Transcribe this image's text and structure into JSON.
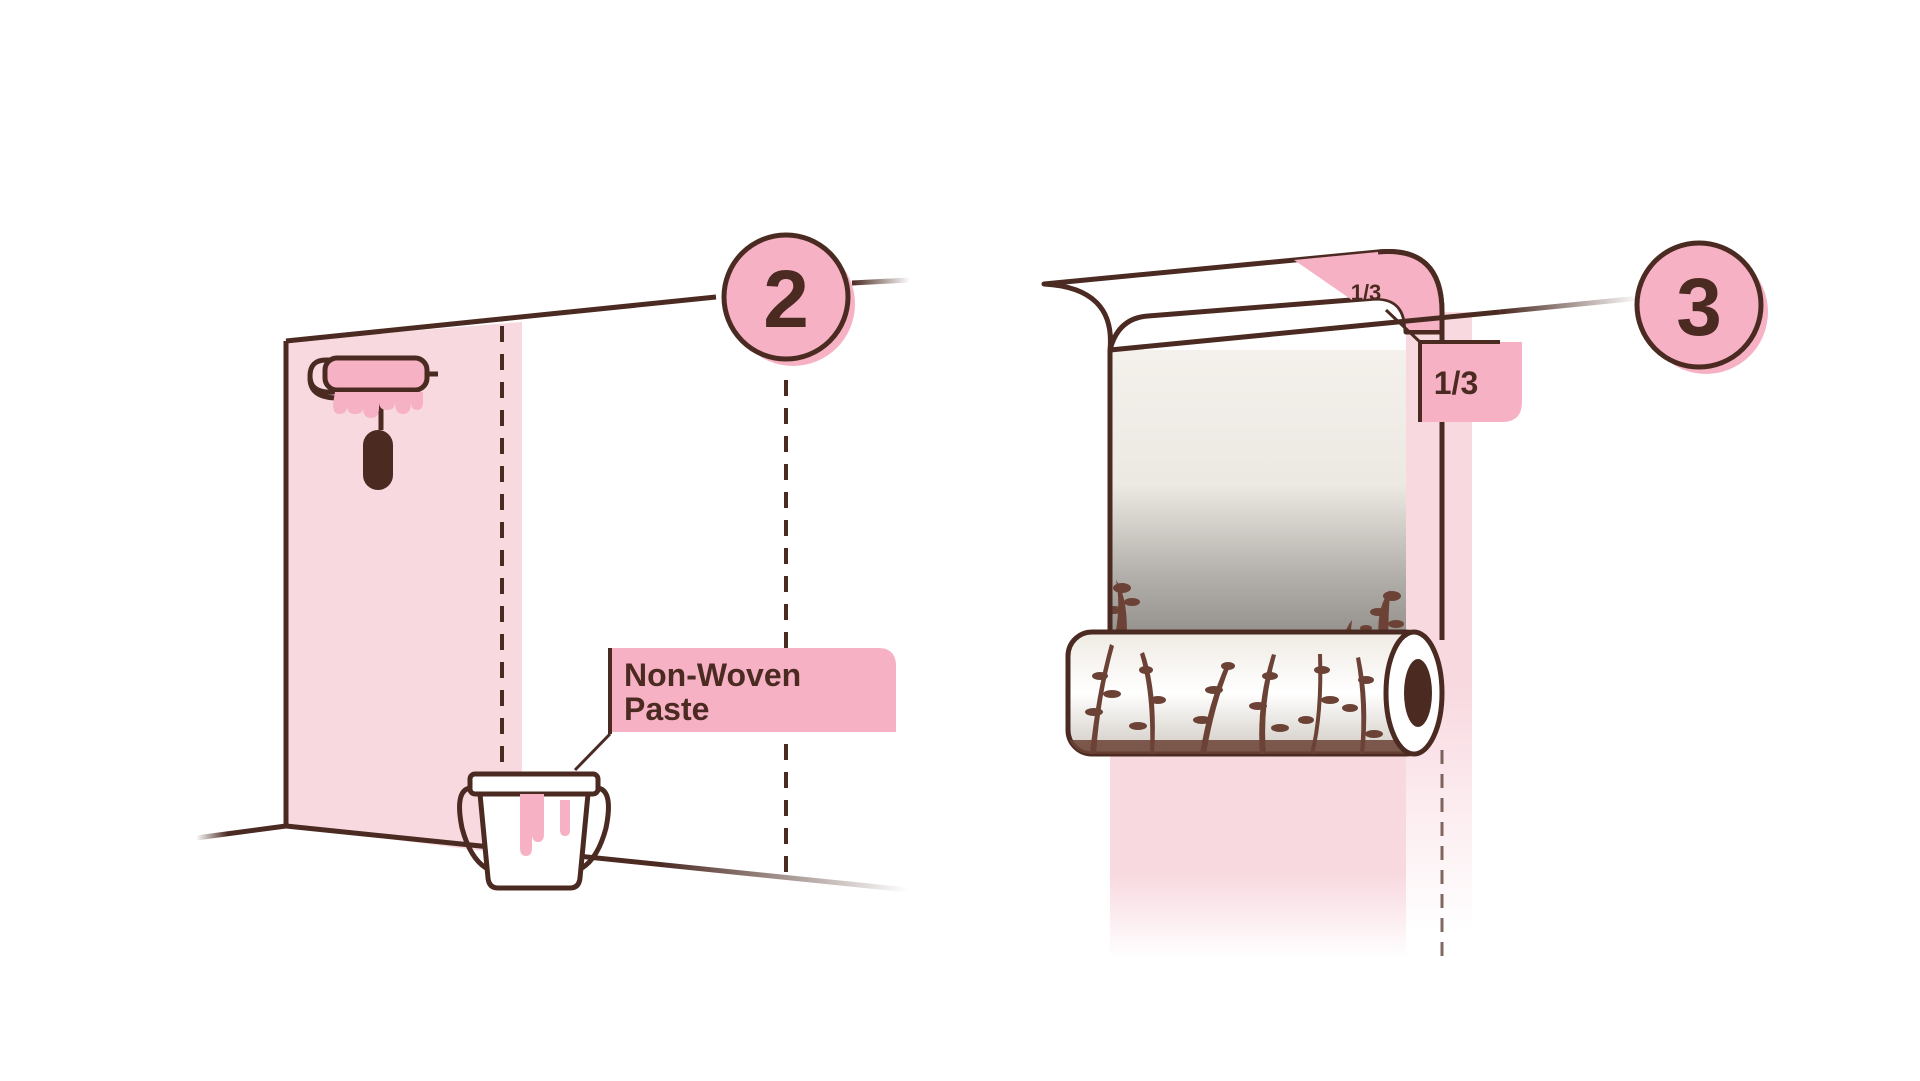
{
  "steps": {
    "step2": {
      "number": "2"
    },
    "step3": {
      "number": "3"
    }
  },
  "labels": {
    "paste_line1": "Non-Woven",
    "paste_line2": "Paste",
    "fold_tag": "1/3",
    "fold_small": "1/3"
  },
  "colors": {
    "outline": "#4b2a22",
    "pink_fill": "#f8d9e0",
    "pink_accent": "#f6b2c4",
    "label_bg": "#f6b2c4",
    "background": "#ffffff"
  },
  "icons": {
    "roller": "paint-roller-icon",
    "bucket": "paste-bucket-icon",
    "roll": "wallpaper-roll-icon"
  }
}
